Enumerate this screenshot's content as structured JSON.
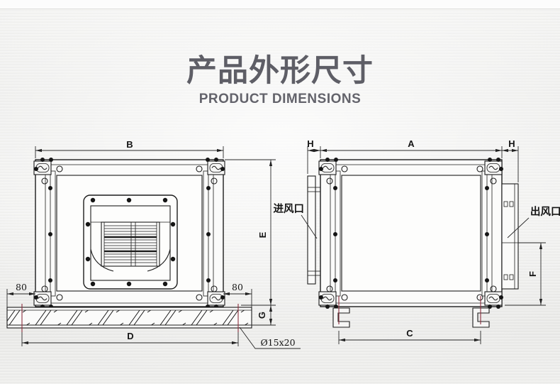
{
  "header": {
    "title": "产品外形尺寸",
    "subtitle": "PRODUCT DIMENSIONS"
  },
  "front_view": {
    "dim_width": "B",
    "dim_height": "E",
    "dim_base_height": "G",
    "dim_base_width": "D",
    "dim_overhang_left": "80",
    "dim_overhang_right": "80",
    "hole_note": "Ø15x20"
  },
  "side_view": {
    "dim_depth_left": "H",
    "dim_depth": "A",
    "dim_depth_right": "H",
    "dim_feet_span": "C",
    "dim_outlet_height": "F",
    "inlet_label": "进风口",
    "outlet_label": "出风口"
  },
  "colors": {
    "line": "#1c1c1c",
    "centerline": "#8b2e3c",
    "title_text": "#5e5e66"
  }
}
